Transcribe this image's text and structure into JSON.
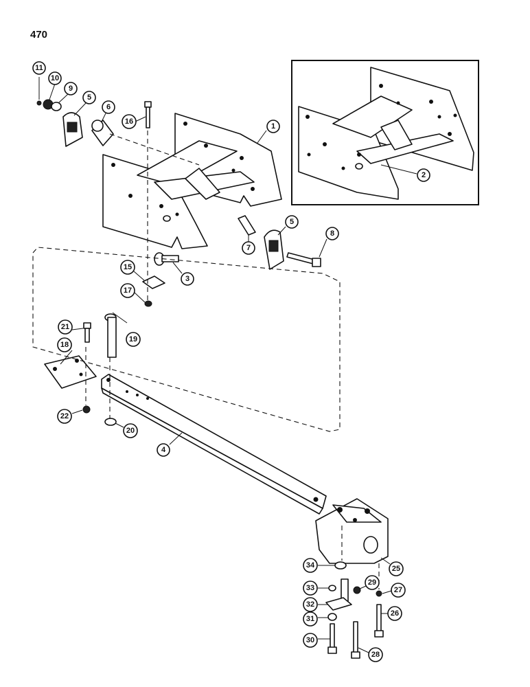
{
  "page_number": "470",
  "callouts": [
    {
      "id": "11",
      "label": "11"
    },
    {
      "id": "10",
      "label": "10"
    },
    {
      "id": "9",
      "label": "9"
    },
    {
      "id": "5a",
      "label": "5"
    },
    {
      "id": "6",
      "label": "6"
    },
    {
      "id": "16",
      "label": "16"
    },
    {
      "id": "1",
      "label": "1"
    },
    {
      "id": "2",
      "label": "2"
    },
    {
      "id": "5b",
      "label": "5"
    },
    {
      "id": "8",
      "label": "8"
    },
    {
      "id": "7",
      "label": "7"
    },
    {
      "id": "15",
      "label": "15"
    },
    {
      "id": "3",
      "label": "3"
    },
    {
      "id": "17",
      "label": "17"
    },
    {
      "id": "21",
      "label": "21"
    },
    {
      "id": "19",
      "label": "19"
    },
    {
      "id": "18",
      "label": "18"
    },
    {
      "id": "22",
      "label": "22"
    },
    {
      "id": "20",
      "label": "20"
    },
    {
      "id": "4",
      "label": "4"
    },
    {
      "id": "25",
      "label": "25"
    },
    {
      "id": "34",
      "label": "34"
    },
    {
      "id": "33",
      "label": "33"
    },
    {
      "id": "29",
      "label": "29"
    },
    {
      "id": "27",
      "label": "27"
    },
    {
      "id": "32",
      "label": "32"
    },
    {
      "id": "26",
      "label": "26"
    },
    {
      "id": "31",
      "label": "31"
    },
    {
      "id": "30",
      "label": "30"
    },
    {
      "id": "28",
      "label": "28"
    }
  ]
}
